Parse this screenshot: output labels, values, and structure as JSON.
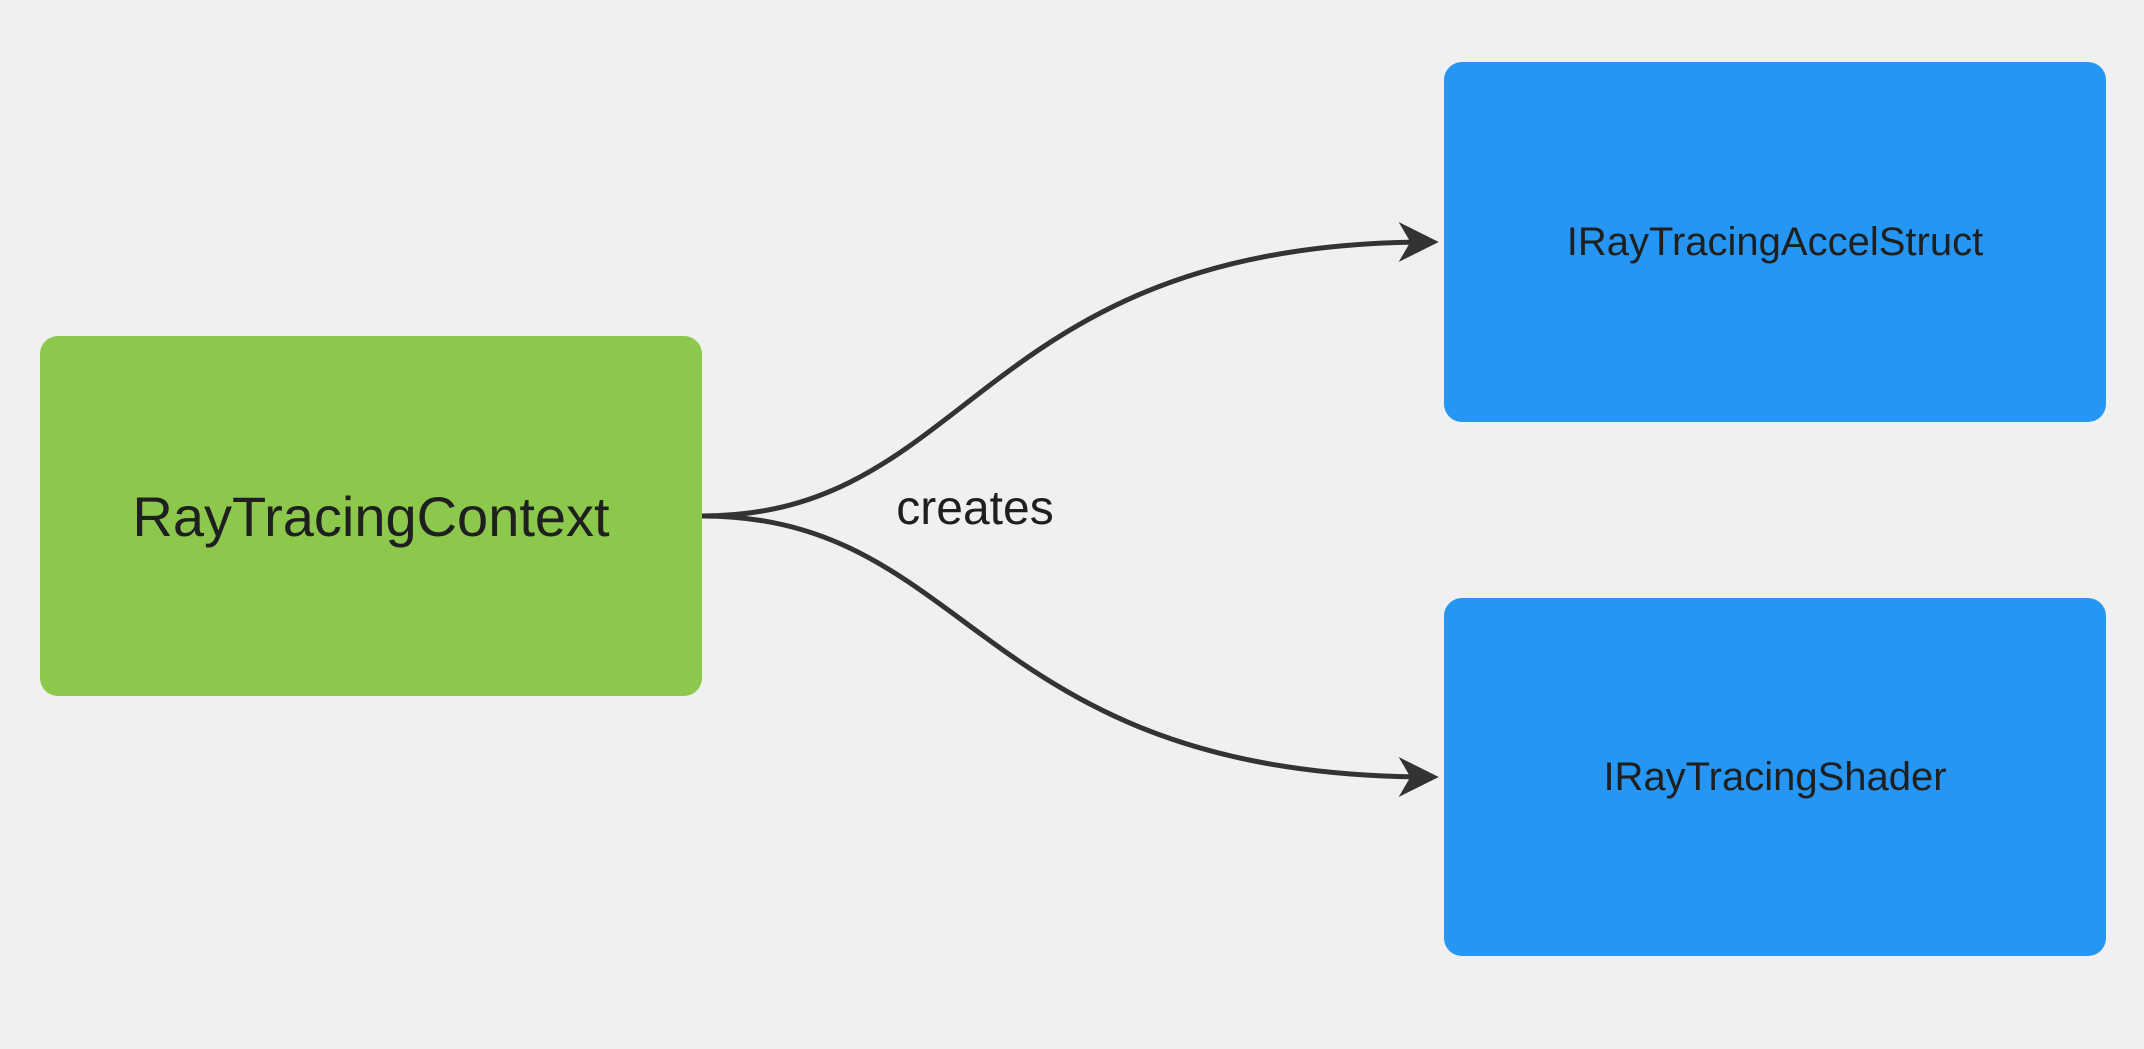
{
  "diagram": {
    "background_color": "#f0f0f0",
    "edge_color": "#333333",
    "text_color": "#1f1f1f",
    "nodes": [
      {
        "id": "ray-tracing-context",
        "label": "RayTracingContext",
        "fill": "#8cc84b",
        "shape": "rounded-rect"
      },
      {
        "id": "iray-tracing-accel-struct",
        "label": "IRayTracingAccelStruct",
        "fill": "#2596f3",
        "shape": "rounded-rect"
      },
      {
        "id": "iray-tracing-shader",
        "label": "IRayTracingShader",
        "fill": "#2596f3",
        "shape": "rounded-rect"
      }
    ],
    "edges": [
      {
        "from": "RayTracingContext",
        "to": "IRayTracingAccelStruct",
        "style": "curved-arrow"
      },
      {
        "from": "RayTracingContext",
        "to": "IRayTracingShader",
        "style": "curved-arrow"
      }
    ],
    "edge_label": "creates"
  }
}
